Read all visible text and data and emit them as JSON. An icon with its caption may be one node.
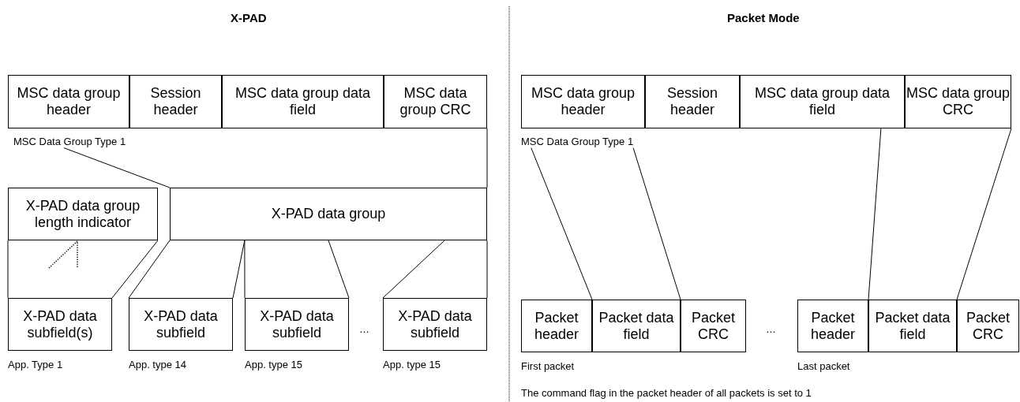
{
  "diagram": {
    "nodes": [
      {
        "text": [
          "MSC data group header"
        ]
      },
      {
        "text": [
          "Session header"
        ]
      },
      {
        "text": [
          "MSC data group data field"
        ]
      },
      {
        "text": [
          "MSC data group CRC"
        ]
      },
      {
        "text": [
          "MSC Data Group Type 1"
        ]
      },
      {
        "text": [
          "X-PAD data group length indicator"
        ]
      },
      {
        "text": [
          "X-PAD data group"
        ]
      },
      {
        "text": [
          "X-PAD data subfield(s)"
        ],
        "beside": [
          "App. Type 1"
        ]
      },
      {
        "text": [
          "X-PAD data subfield"
        ],
        "beside": [
          "App. type 14"
        ]
      },
      {
        "text": [
          "X-PAD data subfield"
        ],
        "beside": [
          "App. type 15"
        ]
      },
      {
        "text": [
          "X-PAD data subfield"
        ],
        "beside": [
          "App. type 15"
        ]
      },
      {
        "text": [
          "MSC data group header"
        ]
      },
      {
        "text": [
          "Session header"
        ]
      },
      {
        "text": [
          "MSC data group data field"
        ]
      },
      {
        "text": [
          "MSC data group CRC"
        ]
      },
      {
        "text": [
          "MSC Data Group Type 1"
        ]
      },
      {
        "text": [
          "Packet header"
        ],
        "beside": [
          "First packet"
        ]
      },
      {
        "text": [
          "Packet data field"
        ]
      },
      {
        "text": [
          "Packet CRC"
        ]
      },
      {
        "text": [
          "Packet header"
        ],
        "beside": [
          "Last packet"
        ]
      },
      {
        "text": [
          "Packet data field"
        ]
      },
      {
        "text": [
          "Packet CRC"
        ]
      }
    ],
    "edges": [
      {
        "from": 4,
        "to": 6,
        "arrow": "none"
      },
      {
        "from": 3,
        "to": 6,
        "arrow": "none"
      },
      {
        "from": 5,
        "to": 7,
        "arrow": "none"
      },
      {
        "from": 5,
        "to": 7,
        "arrow": "none"
      },
      {
        "from": 6,
        "to": 8,
        "arrow": "none"
      },
      {
        "from": 6,
        "to": 8,
        "arrow": "none"
      },
      {
        "from": 6,
        "to": 9,
        "arrow": "none"
      },
      {
        "from": 6,
        "to": 9,
        "arrow": "none"
      },
      {
        "from": 6,
        "to": 10,
        "arrow": "none"
      },
      {
        "from": 6,
        "to": 10,
        "arrow": "none"
      },
      {
        "from": 15,
        "to": 16,
        "arrow": "none"
      },
      {
        "from": 15,
        "to": 17,
        "arrow": "none"
      },
      {
        "from": 13,
        "to": 19,
        "arrow": "none"
      },
      {
        "from": 14,
        "to": 20,
        "arrow": "none"
      }
    ],
    "labels": [
      "X-PAD",
      "Packet Mode",
      "…",
      "…",
      "The command flag in the packet header of all packets is set to 1"
    ]
  }
}
